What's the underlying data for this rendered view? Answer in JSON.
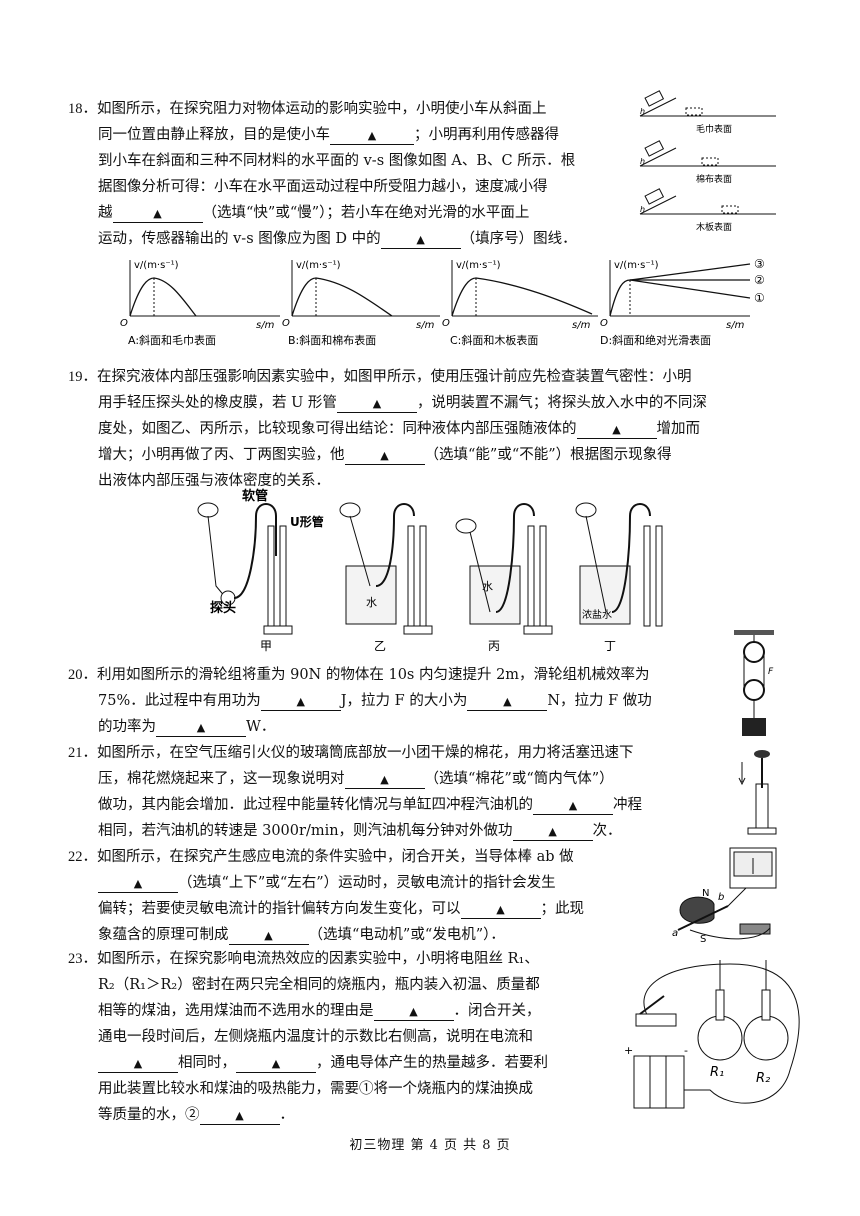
{
  "marker": "▲",
  "q18": {
    "num": "18．",
    "l1a": "如图所示，在探究阻力对物体运动的影响实验中，小明使小车从斜面上",
    "l2a": "同一位置由静止释放，目的是使小车",
    "l2b": "；小明再利用传感器得",
    "l3": "到小车在斜面和三种不同材料的水平面的 v-s 图像如图 A、B、C 所示．根",
    "l4": "据图像分析可得：小车在水平面运动过程中所受阻力越小，速度减小得",
    "l5a": "越",
    "l5b": "（选填“快”或“慢”）；若小车在绝对光滑的水平面上",
    "l6a": "运动，传感器输出的 v-s 图像应为图 D 中的",
    "l6b": "（填序号）图线．",
    "surface_labels": [
      "毛巾表面",
      "棉布表面",
      "木板表面"
    ],
    "h_label": "h",
    "graph_ylabel": "v/(m·s⁻¹)",
    "graph_xlabel": "s/m",
    "graph_origin": "O",
    "graph_captions": [
      "A:斜面和毛巾表面",
      "B:斜面和棉布表面",
      "C:斜面和木板表面",
      "D:斜面和绝对光滑表面"
    ],
    "d_labels": [
      "③",
      "②",
      "①"
    ]
  },
  "q19": {
    "num": "19．",
    "l1": "在探究液体内部压强影响因素实验中，如图甲所示，使用压强计前应先检查装置气密性：小明",
    "l2a": "用手轻压探头处的橡皮膜，若 U 形管",
    "l2b": "，说明装置不漏气；将探头放入水中的不同深",
    "l3a": "度处，如图乙、丙所示，比较现象可得出结论：同种液体内部压强随液体的",
    "l3b": "增加而",
    "l4a": "增大；小明再做了丙、丁两图实验，他",
    "l4b": "（选填“能”或“不能”）根据图示现象得",
    "l5": "出液体内部压强与液体密度的关系．",
    "labels": {
      "hose": "软管",
      "u_tube": "U形管",
      "probe": "探头",
      "water": "水",
      "salt_water": "浓盐水"
    },
    "fig_labels": [
      "甲",
      "乙",
      "丙",
      "丁"
    ]
  },
  "q20": {
    "num": "20．",
    "l1": "利用如图所示的滑轮组将重为 90N 的物体在 10s 内匀速提升 2m，滑轮组机械效率为",
    "l2a": "75%．此过程中有用功为",
    "l2b": "J，拉力 F 的大小为",
    "l2c": "N，拉力 F 做功",
    "l3a": "的功率为",
    "l3b": "W．",
    "f_label": "F"
  },
  "q21": {
    "num": "21．",
    "l1": "如图所示，在空气压缩引火仪的玻璃筒底部放一小团干燥的棉花，用力将活塞迅速下",
    "l2a": "压，棉花燃烧起来了，这一现象说明对",
    "l2b": "（选填“棉花”或“筒内气体”）",
    "l3a": "做功，其内能会增加．此过程中能量转化情况与单缸四冲程汽油机的",
    "l3b": "冲程",
    "l4a": "相同，若汽油机的转速是 3000r/min，则汽油机每分钟对外做功",
    "l4b": "次．"
  },
  "q22": {
    "num": "22．",
    "l1": "如图所示，在探究产生感应电流的条件实验中，闭合开关，当导体棒 ab 做",
    "l2b": "（选填“上下”或“左右”）运动时，灵敏电流计的指针会发生",
    "l3a": "偏转；若要使灵敏电流计的指针偏转方向发生变化，可以",
    "l3b": "；此现",
    "l4a": "象蕴含的原理可制成",
    "l4b": "（选填“电动机”或“发电机”）．",
    "labels": {
      "n": "N",
      "s": "S",
      "a": "a",
      "b": "b"
    }
  },
  "q23": {
    "num": "23．",
    "l1": "如图所示，在探究影响电流热效应的因素实验中，小明将电阻丝 R₁、",
    "l2": "R₂（R₁＞R₂）密封在两只完全相同的烧瓶内，瓶内装入初温、质量都",
    "l3": "相等的煤油，选用煤油而不选用水的理由是",
    "l3b": "．闭合开关，",
    "l4": "通电一段时间后，左侧烧瓶内温度计的示数比右侧高，说明在电流和",
    "l5b": "相同时，",
    "l5c": "，通电导体产生的热量越多．若要利",
    "l6": "用此装置比较水和煤油的吸热能力，需要①将一个烧瓶内的煤油换成",
    "l7a": "等质量的水，②",
    "l7b": "．",
    "r1": "R₁",
    "r2": "R₂",
    "plus": "+",
    "minus": "-"
  },
  "footer": "初三物理  第 4 页  共 8 页"
}
